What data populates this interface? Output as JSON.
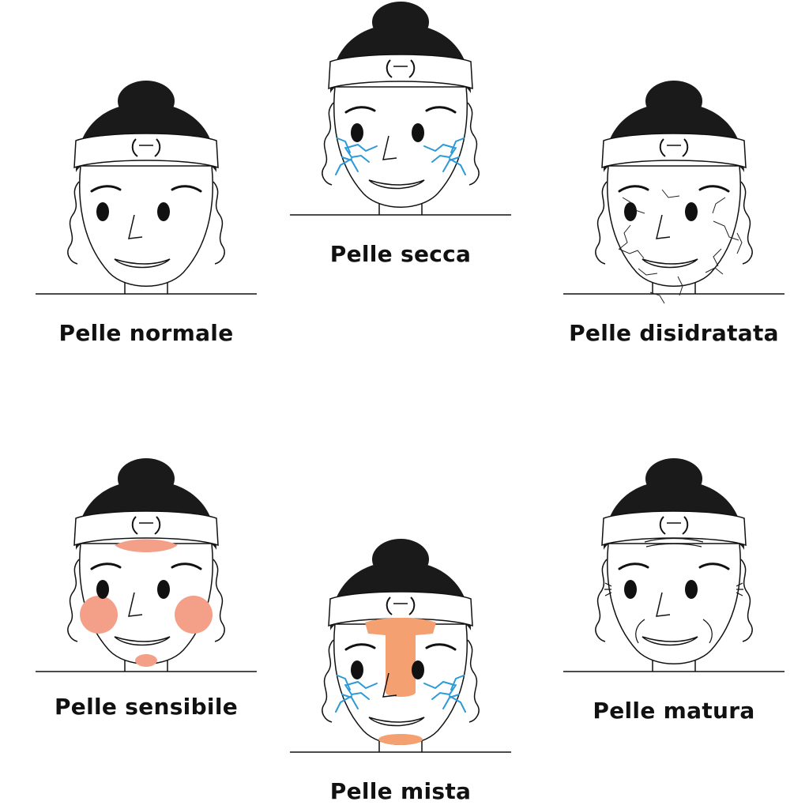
{
  "colors": {
    "ink": "#111111",
    "hair": "#1a1a1a",
    "dry_cracks": "#2a9ad8",
    "redness": "#f4a088",
    "oily_zone": "#f4a070",
    "dehydration_lines": "#222222"
  },
  "logo": {
    "text": ""
  },
  "panels": [
    {
      "id": "normal",
      "label": "Pelle normale",
      "features": []
    },
    {
      "id": "dry",
      "label": "Pelle secca",
      "features": [
        "blue-cracks"
      ]
    },
    {
      "id": "dehydrated",
      "label": "Pelle disidratata",
      "features": [
        "fine-cracks"
      ]
    },
    {
      "id": "sensitive",
      "label": "Pelle sensibile",
      "features": [
        "forehead-redness",
        "cheek-redness",
        "chin-redness"
      ]
    },
    {
      "id": "combination",
      "label": "Pelle mista",
      "features": [
        "t-zone",
        "blue-cracks",
        "chin-redness"
      ]
    },
    {
      "id": "mature",
      "label": "Pelle matura",
      "features": [
        "wrinkles"
      ]
    }
  ]
}
